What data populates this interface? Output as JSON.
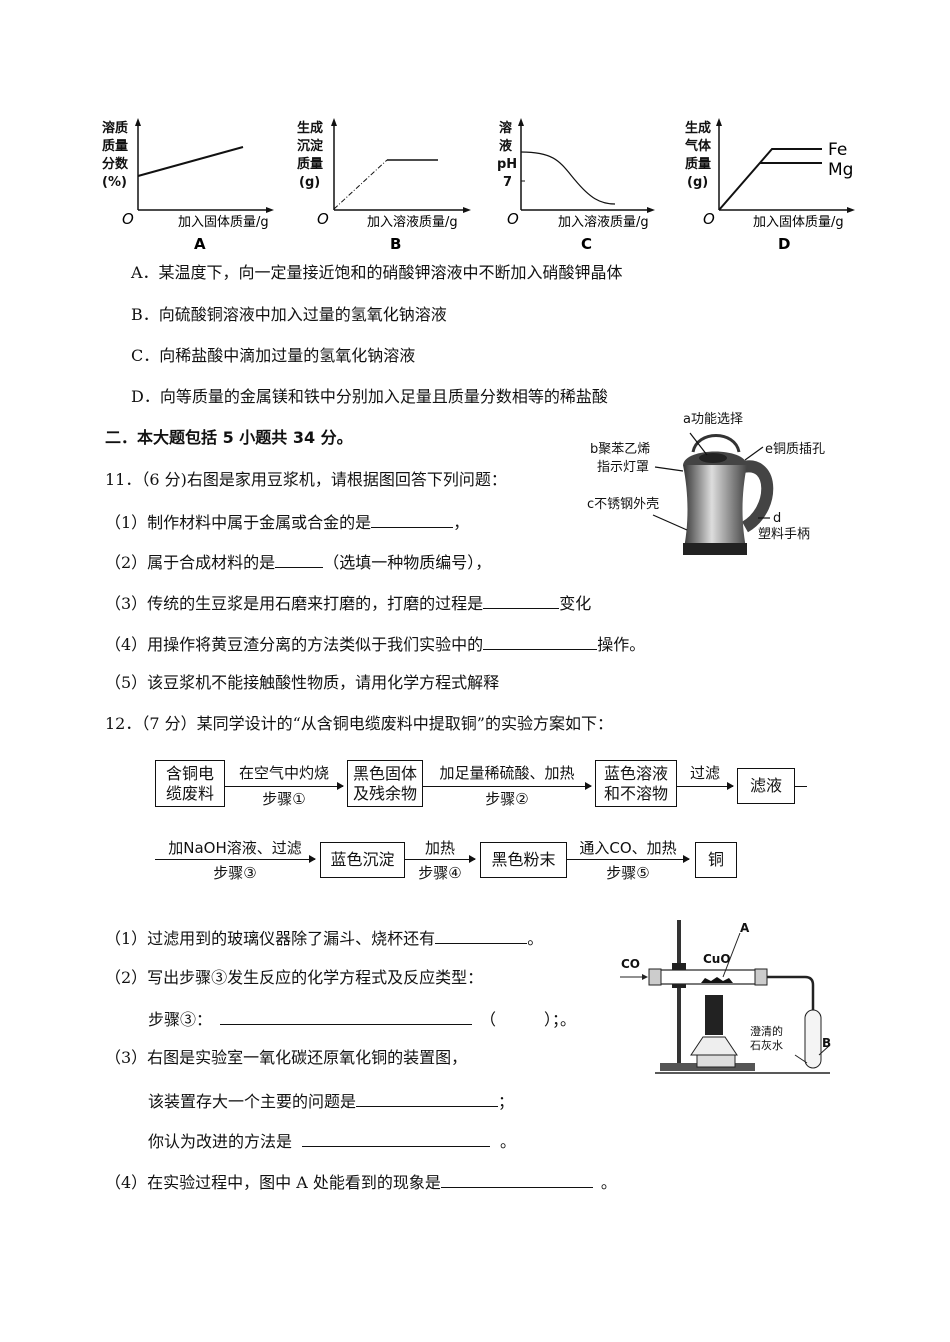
{
  "graphs": [
    {
      "label": "A",
      "ylabel": [
        "溶质",
        "质量",
        "分数",
        "(%)"
      ],
      "xlabel": "加入固体质量/g",
      "origin": "O"
    },
    {
      "label": "B",
      "ylabel": [
        "生成",
        "沉淀",
        "质量",
        "(g)"
      ],
      "xlabel": "加入溶液质量/g",
      "origin": "O"
    },
    {
      "label": "C",
      "ylabel": [
        "溶",
        "液",
        "pH"
      ],
      "ytick": "7",
      "xlabel": "加入溶液质量/g",
      "origin": "O"
    },
    {
      "label": "D",
      "ylabel": [
        "生成",
        "气体",
        "质量",
        "(g)"
      ],
      "xlabel": "加入固体质量/g",
      "origin": "O",
      "series": [
        "Fe",
        "Mg"
      ]
    }
  ],
  "options": [
    "A．某温度下，向一定量接近饱和的硝酸钾溶液中不断加入硝酸钾晶体",
    "B．向硫酸铜溶液中加入过量的氢氧化钠溶液",
    "C．向稀盐酸中滴加过量的氢氧化钠溶液",
    "D．向等质量的金属镁和铁中分别加入足量且质量分数相等的稀盐酸"
  ],
  "section2": {
    "heading": "二．本大题包括 5 小题共 34 分。"
  },
  "q11": {
    "stem": "11．（6 分)右图是家用豆浆机，请根据图回答下列问题：",
    "p1": "（1）制作材料中属于金属或合金的是",
    "p1_end": "，",
    "p2": "（2）属于合成材料的是",
    "p2_end": "（选填一种物质编号），",
    "p3": "（3）传统的生豆浆是用石磨来打磨的，打磨的过程是",
    "p3_end": "变化",
    "p4": "（4）用操作将黄豆渣分离的方法类似于我们实验中的",
    "p4_end": "操作。",
    "p5": "（5）该豆浆机不能接触酸性物质，请用化学方程式解释",
    "figure_labels": {
      "a": "a功能选择",
      "b1": "b聚苯乙烯",
      "b2": "指示灯罩",
      "e": "e铜质插孔",
      "c": "c不锈钢外壳",
      "d": "d",
      "d2": "塑料手柄"
    }
  },
  "q12": {
    "stem": "12．（7 分）某同学设计的“从含铜电缆废料中提取铜”的实验方案如下：",
    "flow": {
      "box1": [
        "含铜电",
        "缆废料"
      ],
      "arrow1_top": "在空气中灼烧",
      "arrow1_bottom": "步骤①",
      "box2": [
        "黑色固体",
        "及残余物"
      ],
      "arrow2_top": "加足量稀硫酸、加热",
      "arrow2_bottom": "步骤②",
      "box3": [
        "蓝色溶液",
        "和不溶物"
      ],
      "arrow3_top": "过滤",
      "box4": "滤液",
      "arrow4_top": "加NaOH溶液、过滤",
      "arrow4_bottom": "步骤③",
      "box5": "蓝色沉淀",
      "arrow5_top": "加热",
      "arrow5_bottom": "步骤④",
      "box6": "黑色粉末",
      "arrow6_top": "通入CO、加热",
      "arrow6_bottom": "步骤⑤",
      "box7": "铜"
    },
    "p1": "（1）过滤用到的玻璃仪器除了漏斗、烧杯还有",
    "p1_end": "。",
    "p2": "（2）写出步骤③发生反应的化学方程式及反应类型：",
    "p2b": "步骤③：",
    "p2b_paren_open": "（",
    "p2b_end": "）；。",
    "p3": "（3）右图是实验室一氧化碳还原氧化铜的装置图，",
    "p3b": "该装置存大一个主要的问题是",
    "p3b_end": "；",
    "p3c": "你认为改进的方法是",
    "p3c_end": "。",
    "p4": "（4）在实验过程中，图中 A 处能看到的现象是",
    "p4_end": "。",
    "apparatus_labels": {
      "co": "CO",
      "cuo": "CuO",
      "a": "A",
      "b": "B",
      "lime1": "澄清的",
      "lime2": "石灰水"
    }
  }
}
